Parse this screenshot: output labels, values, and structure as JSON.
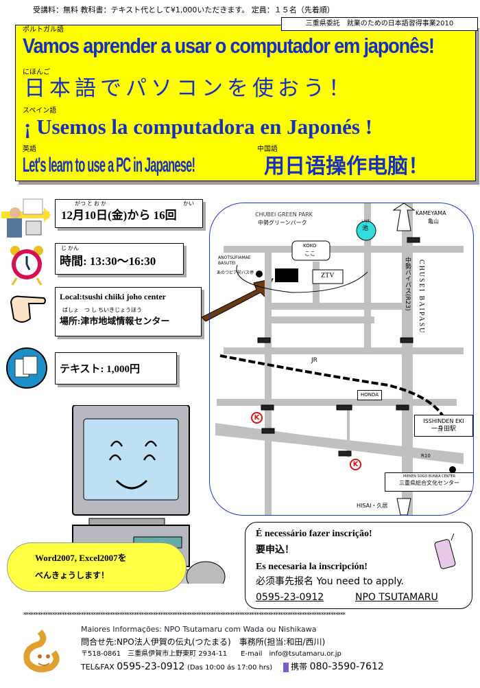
{
  "header": {
    "fee_line": "受講料：無料 教科書：テキスト代として¥1,000いただきます。 定員：１５名（先着順）",
    "sponsor": "三重県委託　就業のための日本語習得事業2010"
  },
  "banner": {
    "lang_pt": "ポルトガル語",
    "title_pt": "Vamos aprender a usar o computador em japonês!",
    "lang_ja": "にほんご",
    "title_ja": "日本語でパソコンを使おう！",
    "lang_es": "スペイン語",
    "title_es": "¡ Usemos la computadora en Japonés !",
    "lang_en": "英語",
    "title_en": "Let's learn to use a PC in Japanese!",
    "lang_zh": "中国語",
    "title_zh": "用日语操作电脑！"
  },
  "info": {
    "date_ruby": "がつ と お か",
    "date_ruby2": "かい",
    "date": "12月10日(金)から 16回",
    "time_ruby": "じ かん",
    "time_label": "時間:",
    "time": "13:30～16:30",
    "local_line": "Local:tsushi chiiki joho center",
    "place_ruby": "ばしょ　つ し ちいきじょうほう",
    "place": "場所:津市地域情報センター",
    "text_label": "テキスト:",
    "text_price": "1,000円"
  },
  "map": {
    "park_en": "CHUBEI GREEN PARK",
    "park_ja": "中勢グリーンパーク",
    "pond": "池",
    "pond_ruby": "いけ",
    "kameyama_en": "KAMEYAMA",
    "kameyama_ja": "亀山",
    "koko_en": "KOKO",
    "koko_ja": "ここ",
    "bus_en": "ANOTSUFIAMAE BASUTEI",
    "bus_ja": "あのつピア前バス停",
    "ztv": "ZTV",
    "bypass_ja": "中勢バイパス(R23)",
    "bypass_en": "CHUSEI BAIPASU",
    "jr": "JR",
    "honda": "HONDA",
    "station_en": "ISSHINDEN EKI",
    "station_ja": "一身田駅",
    "r10": "R10",
    "center_en": "MIEKEN SOGO BUNKA CENTER",
    "center_ja": "三重県総合文化センター",
    "hisai": "HISAI・久居",
    "conv": "K"
  },
  "bubble": {
    "line1": "Word2007, Excel2007を",
    "line2": "べんきょうします！"
  },
  "apply": {
    "pt": "É necessário fazer inscrição!",
    "ja": "要申込！",
    "es": "Es necesaria la inscripción!",
    "zh_en": "必须事先报名  You need to apply.",
    "phone": "0595-23-0912",
    "org": "NPO TSUTAMARU"
  },
  "footer": {
    "stars": "**************************************************************************************************************************************",
    "line1": "Maiores Informações: NPO Tsutamaru com Wada ou Nishikawa",
    "line2": "問合せ先:NPO法人伊賀の伝丸(つたまる)　事務所(担当:和田/西川)",
    "line3": "〒518-0861　三重県伊賀市上野東町 2934-11　　E-mail　info@tsutamaru.or.jp",
    "tel_label": "TEL&FAX",
    "tel": "0595-23-0912",
    "hours": "(Das 10:00 ás 17:00 hrs)",
    "mobile_label": "携帯",
    "mobile": "080-3590-7612"
  },
  "colors": {
    "banner": "#ffff00",
    "title": "#1530c0",
    "map_border": "#2030e0",
    "road": "#c0c0c0"
  }
}
